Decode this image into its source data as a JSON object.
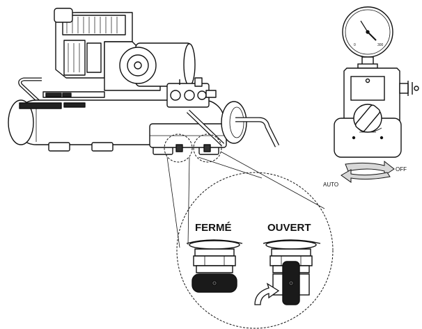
{
  "labels": {
    "closed": "FERMÉ",
    "open": "OUVERT",
    "off": "OFF",
    "auto": "AUTO"
  },
  "gauge": {
    "scale_min": "0",
    "scale_max": "300"
  },
  "colors": {
    "line": "#111111",
    "fill": "#ffffff",
    "shade": "#888888",
    "dark": "#1a1a1a",
    "arrow_fill": "#d8d8d8"
  }
}
